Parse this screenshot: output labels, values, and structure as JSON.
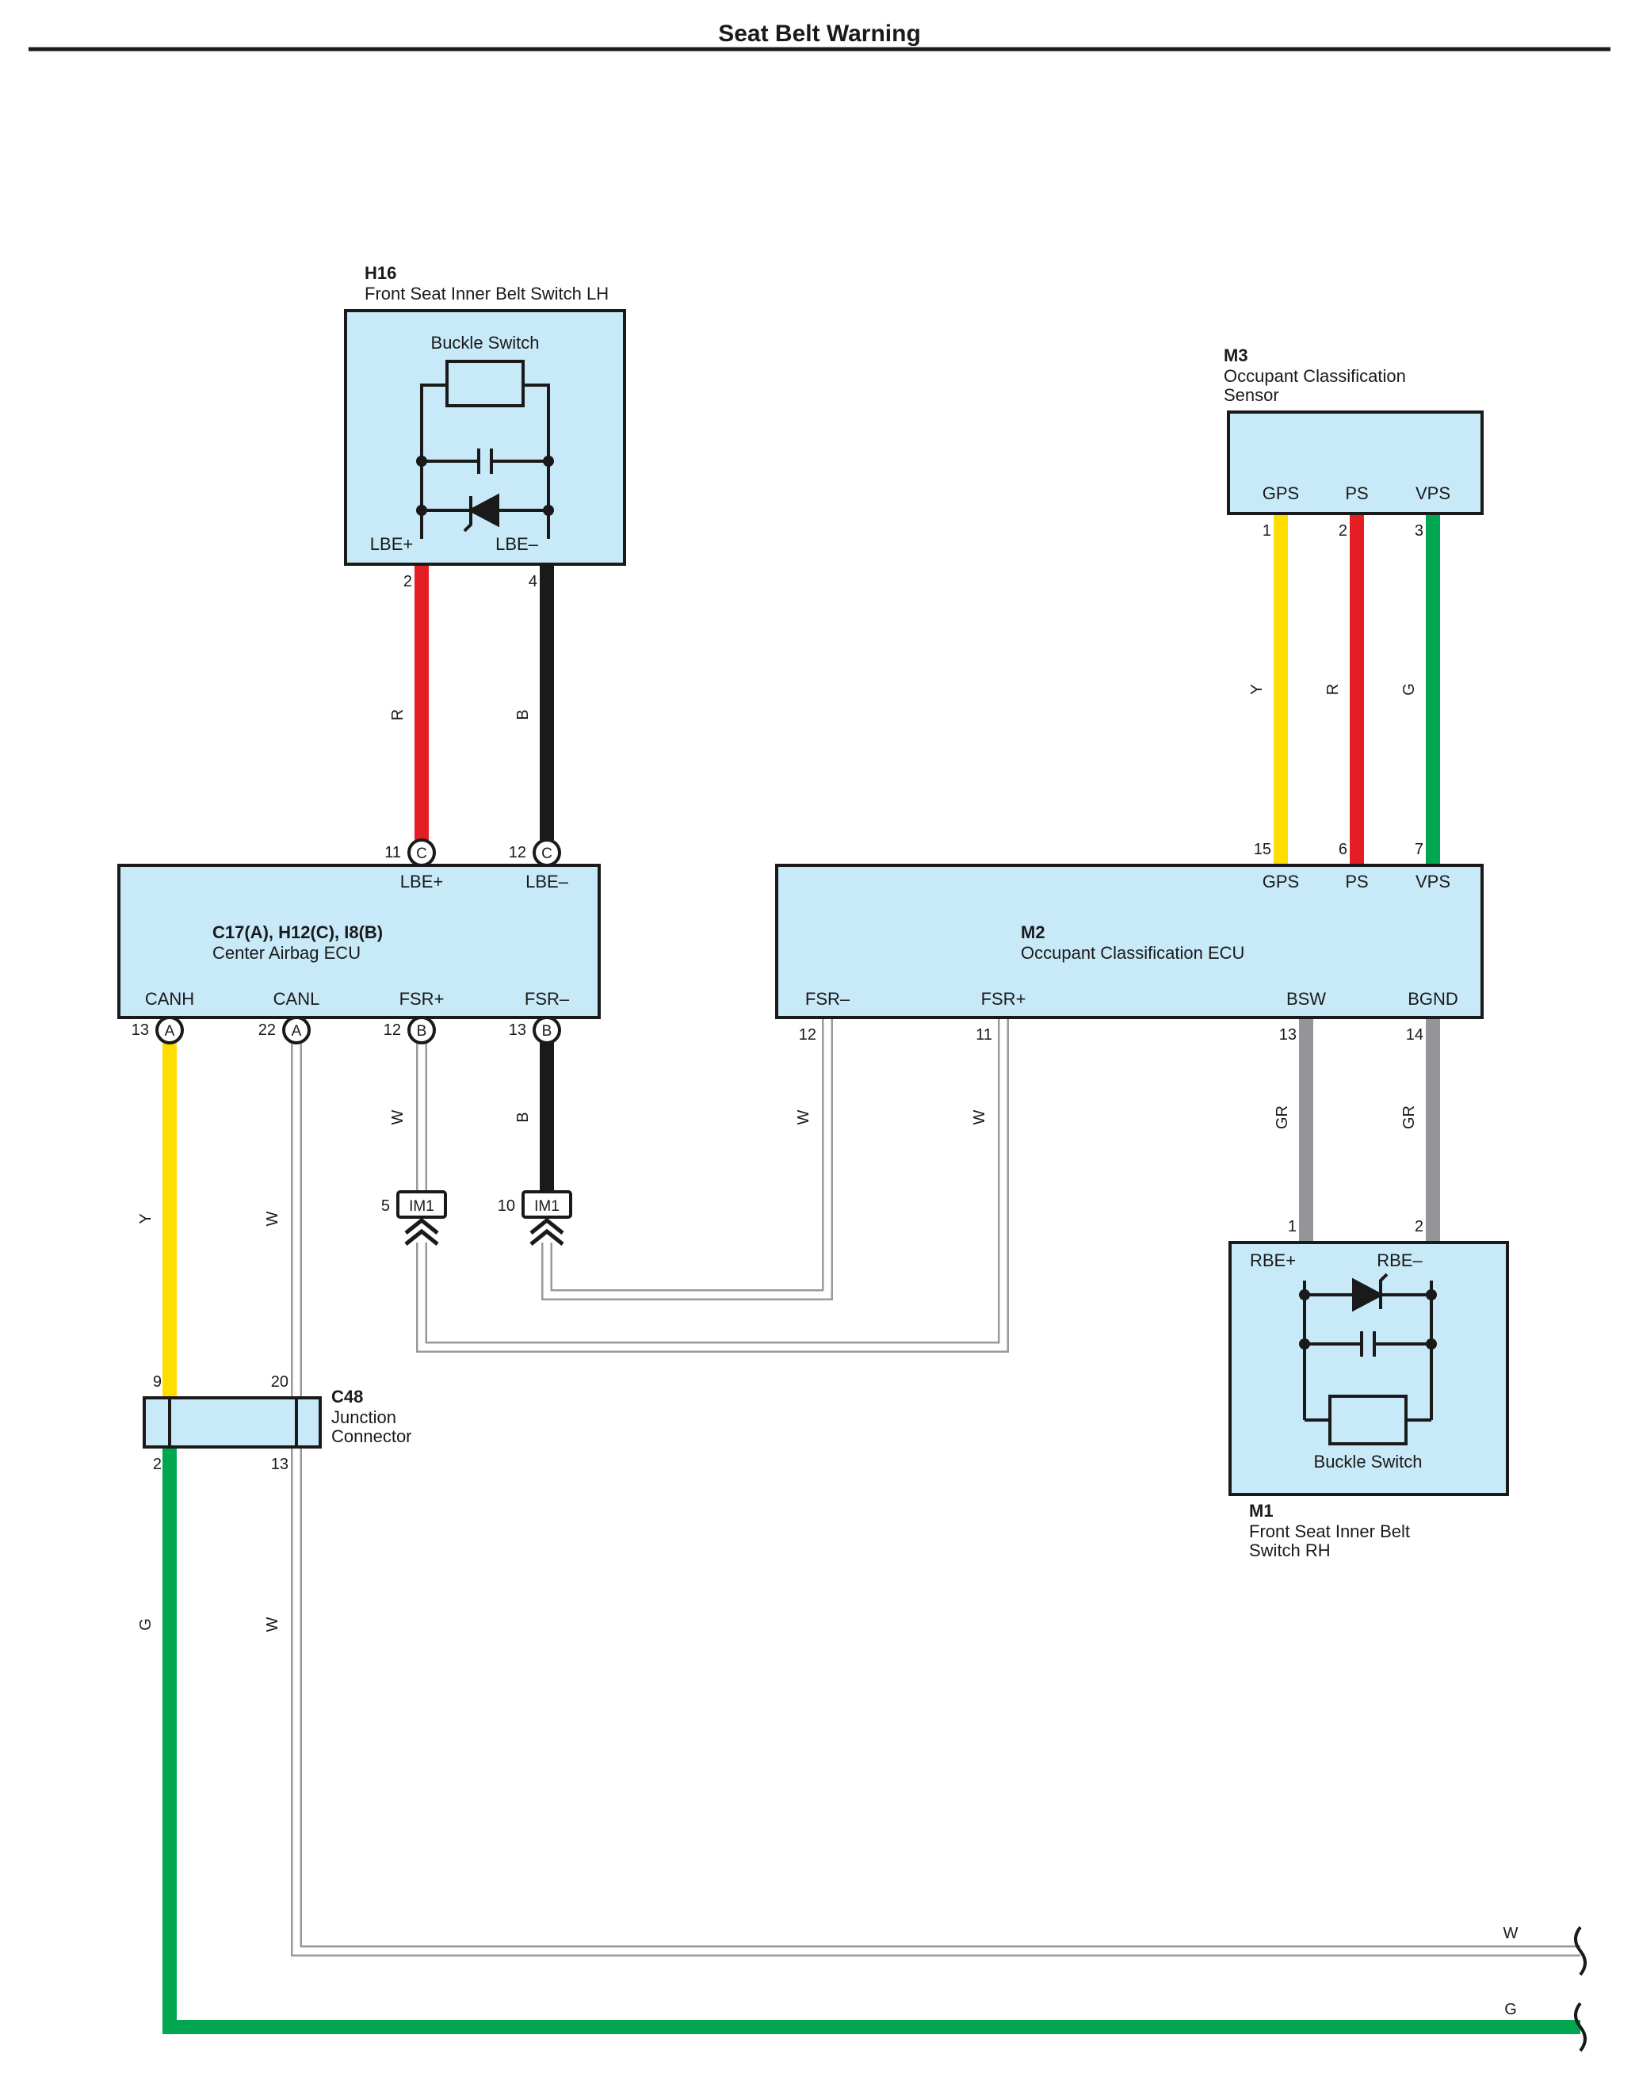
{
  "title": "Seat Belt Warning",
  "colors": {
    "box_fill": "#c8e9f8",
    "red": "#e31e24",
    "black": "#1a1a1a",
    "yellow": "#ffdd00",
    "green": "#00a650",
    "gray": "#939598",
    "white_wire": "#9a9a9a"
  },
  "components": {
    "h16": {
      "code": "H16",
      "name": "Front Seat Inner Belt Switch LH",
      "inner_label": "Buckle Switch",
      "pins": {
        "p1_name": "LBE+",
        "p1_num": "2",
        "p2_name": "LBE–",
        "p2_num": "4"
      }
    },
    "m3": {
      "code": "M3",
      "name_line1": "Occupant Classification",
      "name_line2": "Sensor",
      "pins": [
        {
          "name": "GPS",
          "num": "1"
        },
        {
          "name": "PS",
          "num": "2"
        },
        {
          "name": "VPS",
          "num": "3"
        }
      ]
    },
    "ecu": {
      "code": "C17(A), H12(C), I8(B)",
      "name": "Center Airbag ECU",
      "top_pins": [
        {
          "name": "LBE+",
          "num": "11",
          "conn": "C"
        },
        {
          "name": "LBE–",
          "num": "12",
          "conn": "C"
        }
      ],
      "bottom_pins": [
        {
          "name": "CANH",
          "num": "13",
          "conn": "A"
        },
        {
          "name": "CANL",
          "num": "22",
          "conn": "A"
        },
        {
          "name": "FSR+",
          "num": "12",
          "conn": "B"
        },
        {
          "name": "FSR–",
          "num": "13",
          "conn": "B"
        }
      ]
    },
    "m2": {
      "code": "M2",
      "name": "Occupant Classification ECU",
      "top_pins": [
        {
          "name": "GPS",
          "num": "15"
        },
        {
          "name": "PS",
          "num": "6"
        },
        {
          "name": "VPS",
          "num": "7"
        }
      ],
      "bottom_pins": [
        {
          "name": "FSR–",
          "num": "12"
        },
        {
          "name": "FSR+",
          "num": "11"
        },
        {
          "name": "BSW",
          "num": "13"
        },
        {
          "name": "BGND",
          "num": "14"
        }
      ]
    },
    "m1": {
      "code": "M1",
      "name_line1": "Front Seat Inner Belt",
      "name_line2": "Switch RH",
      "inner_label": "Buckle Switch",
      "pins": {
        "p1_name": "RBE+",
        "p1_num": "1",
        "p2_name": "RBE–",
        "p2_num": "2"
      }
    },
    "c48": {
      "code": "C48",
      "name_line1": "Junction",
      "name_line2": "Connector",
      "pins": {
        "top_left": "9",
        "top_right": "20",
        "bottom_left": "2",
        "bottom_right": "13"
      }
    },
    "im1": {
      "label": "IM1",
      "pin_a": "5",
      "pin_b": "10"
    }
  },
  "wires": {
    "h16_lbe_plus": "R",
    "h16_lbe_minus": "B",
    "m3_gps": "Y",
    "m3_ps": "R",
    "m3_vps": "G",
    "canh": "Y",
    "canl": "W",
    "fsr_plus": "W",
    "fsr_minus": "B",
    "m2_fsr_minus": "W",
    "m2_fsr_plus": "W",
    "bsw": "GR",
    "bgnd": "GR",
    "c48_out_g": "G",
    "c48_out_w": "W",
    "exit_w": "W",
    "exit_g": "G"
  }
}
